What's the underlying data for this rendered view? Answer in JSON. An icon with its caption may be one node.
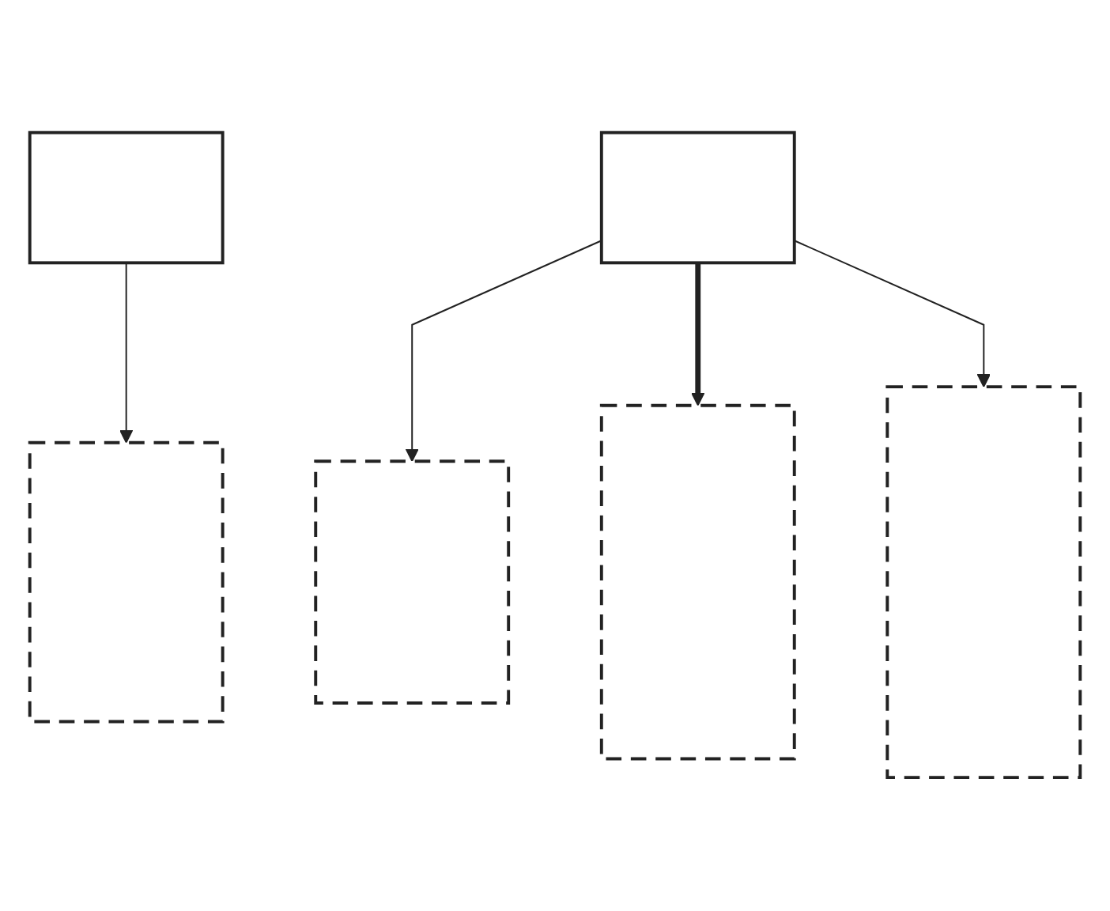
{
  "diagram": {
    "nodes": [
      {
        "text": [],
        "shape": "box"
      },
      {
        "text": [],
        "shape": "box"
      },
      {
        "text": [],
        "shape": "box"
      },
      {
        "text": [],
        "shape": "box"
      },
      {
        "text": [],
        "shape": "box"
      },
      {
        "text": [],
        "shape": "box"
      }
    ],
    "edges": [
      {
        "from": 0,
        "to": 2,
        "arrow": "to"
      },
      {
        "from": 1,
        "to": 3,
        "arrow": "to"
      },
      {
        "from": 1,
        "to": 4,
        "arrow": "to",
        "style": "thick"
      },
      {
        "from": 1,
        "to": 5,
        "arrow": "to"
      }
    ]
  }
}
